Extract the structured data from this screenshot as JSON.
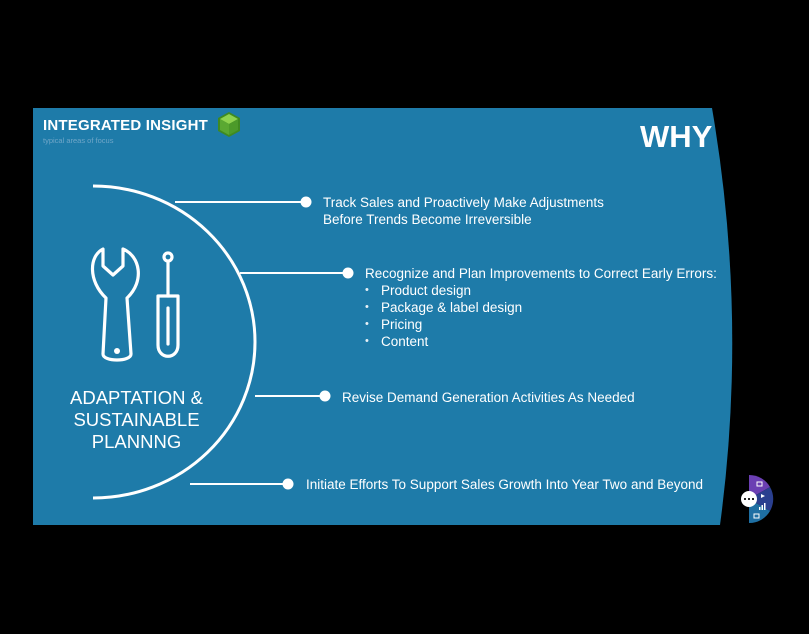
{
  "brand": {
    "title": "INTEGRATED INSIGHT",
    "subtitle": "typical areas of focus",
    "logo_color": "#5aa832"
  },
  "header": {
    "title": "WHY"
  },
  "topic": {
    "lines": [
      "ADAPTATION &",
      "SUSTAINABLE",
      "PLANNNG"
    ]
  },
  "points": [
    {
      "lines": [
        "Track Sales and Proactively Make Adjustments",
        "Before Trends Become Irreversible"
      ]
    },
    {
      "lines": [
        "Recognize and Plan Improvements to Correct Early Errors:"
      ],
      "bullets": [
        "Product design",
        "Package & label design",
        "Pricing",
        "Content"
      ]
    },
    {
      "lines": [
        "Revise Demand Generation Activities As Needed"
      ]
    },
    {
      "lines": [
        "Initiate Efforts To Support Sales Growth Into Year Two and Beyond"
      ]
    }
  ],
  "icons": {
    "logo": "green-cube-icon",
    "topic": "wrench-screwdriver-icon",
    "navigation": "slide-navigation-wheel-icon"
  },
  "colors": {
    "slide": "#1e7ba9",
    "background": "#000000",
    "text": "#ffffff",
    "accent_purple": "#6b3fb3",
    "accent_navy": "#1e2f6e"
  }
}
